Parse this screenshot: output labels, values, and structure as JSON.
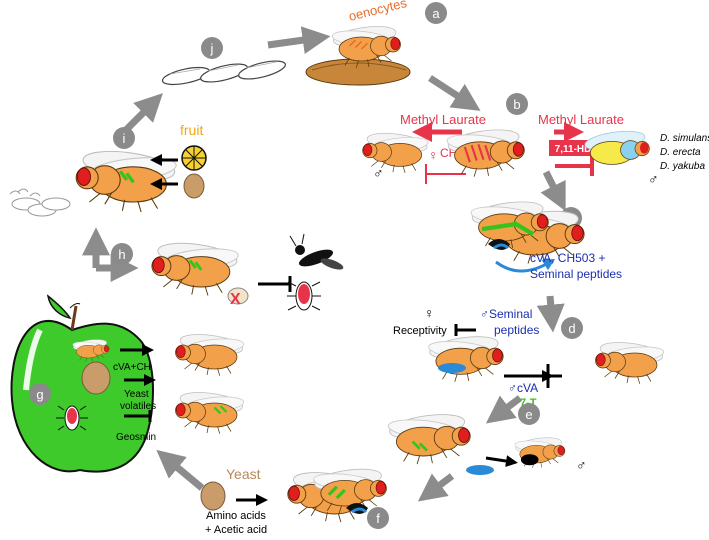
{
  "colors": {
    "panel_badge": "#8a8a8a",
    "arrow_gray": "#8c8c8c",
    "red": "#e8344a",
    "orange": "#e86a2a",
    "blue": "#1b2fb0",
    "green": "#34c41c",
    "fruit_yellow": "#f2a81a",
    "yeast_brown": "#b8875a",
    "fly_body": "#f3a04a",
    "fly_eye": "#e01e1e",
    "apple_green": "#3fca2b"
  },
  "panels": {
    "a": {
      "badge": "a",
      "label": "oenocytes"
    },
    "b": {
      "badge": "b",
      "left_label": "Methyl Laurate",
      "right_label": "Methyl Laurate",
      "ch_label": "CH",
      "female_symbol": "♀",
      "male_symbol": "♂",
      "hd_label": "7,11-HD",
      "species": [
        "D. simulans",
        "D. erecta",
        "D. yakuba"
      ]
    },
    "c": {
      "badge": "c",
      "label_line1": "cVA, CH503 +",
      "label_line2": "Seminal peptides"
    },
    "d": {
      "badge": "d",
      "female_symbol": "♀",
      "receptivity": "Receptivity",
      "seminal_line1": "♂Seminal",
      "seminal_line2": "peptides",
      "cva_label": "♂cVA",
      "seven_t": "7-T"
    },
    "e": {
      "badge": "e",
      "male_symbol": "♂"
    },
    "f": {
      "badge": "f",
      "yeast_label": "Yeast",
      "amino_line1": "Amino acids",
      "amino_line2": "+ Acetic acid"
    },
    "g": {
      "badge": "g",
      "cva_ch": "cVA+CH",
      "yeast_line1": "Yeast",
      "yeast_line2": "volatiles",
      "geosmin": "Geosmin"
    },
    "h": {
      "badge": "h",
      "x_mark": "X"
    },
    "i": {
      "badge": "i",
      "fruit_label": "fruit"
    },
    "j": {
      "badge": "j"
    }
  }
}
